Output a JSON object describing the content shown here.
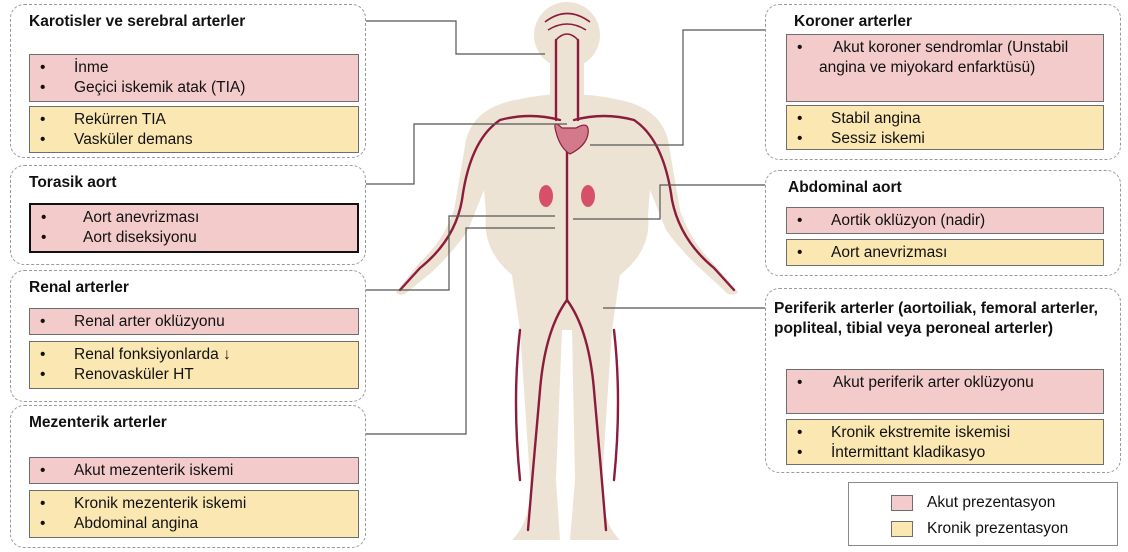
{
  "colors": {
    "acute": "#f4cbcb",
    "chronic": "#fbe7b1",
    "artery": "#8c1c3c",
    "body": "#ede3d4"
  },
  "groups": {
    "karotis": {
      "title": "Karotisler ve serebral arterler",
      "acute": [
        "İnme",
        "Geçici iskemik atak (TIA)"
      ],
      "chronic": [
        "Rekürren TIA",
        "Vasküler demans"
      ]
    },
    "torasik": {
      "title": "Torasik aort",
      "acute": [
        "Aort anevrizması",
        "Aort diseksiyonu"
      ]
    },
    "renal": {
      "title": "Renal arterler",
      "acute": [
        "Renal arter oklüzyonu"
      ],
      "chronic": [
        "Renal fonksiyonlarda ↓",
        "Renovasküler HT"
      ]
    },
    "mezenterik": {
      "title": "Mezenterik arterler",
      "acute": [
        "Akut mezenterik iskemi"
      ],
      "chronic": [
        "Kronik mezenterik iskemi",
        "Abdominal angina"
      ]
    },
    "koroner": {
      "title": "Koroner arterler",
      "acute": [
        "Akut koroner sendromlar (Unstabil angina ve miyokard enfarktüsü)"
      ],
      "chronic": [
        "Stabil angina",
        "Sessiz iskemi"
      ]
    },
    "abdominal": {
      "title": "Abdominal aort",
      "acute": [
        "Aortik oklüzyon (nadir)"
      ],
      "chronic": [
        "Aort anevrizması"
      ]
    },
    "periferik": {
      "title": "Periferik arterler (aortoiliak, femoral arterler, popliteal, tibial veya peroneal arterler)",
      "acute": [
        "Akut periferik arter oklüzyonu"
      ],
      "chronic": [
        "Kronik ekstremite iskemisi",
        "İntermittant kladikasyo"
      ]
    }
  },
  "bullet": "•",
  "legend": {
    "acute": "Akut prezentasyon",
    "chronic": "Kronik prezentasyon"
  }
}
